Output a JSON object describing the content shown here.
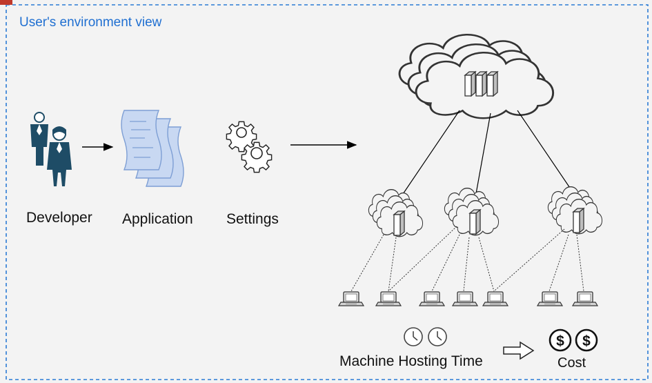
{
  "diagram": {
    "title": "User's environment view",
    "labels": {
      "developer": "Developer",
      "application": "Application",
      "settings": "Settings",
      "machine_hosting_time": "Machine Hosting Time",
      "cost": "Cost"
    },
    "icons": {
      "developer": "people-icon",
      "application": "documents-icon",
      "settings": "gears-icon",
      "cloud": "cloud-icon",
      "laptop": "laptop-icon",
      "clock": "clock-icon",
      "dollar": "dollar-coin-icon",
      "arrow": "block-arrow-icon"
    },
    "colors": {
      "frame_border": "#2a7ad5",
      "title": "#1f6fd1",
      "accent_red": "#c0392b",
      "documents_fill": "#c8d8f2",
      "documents_stroke": "#7d9ed4",
      "person_fill": "#1e4c66"
    }
  }
}
